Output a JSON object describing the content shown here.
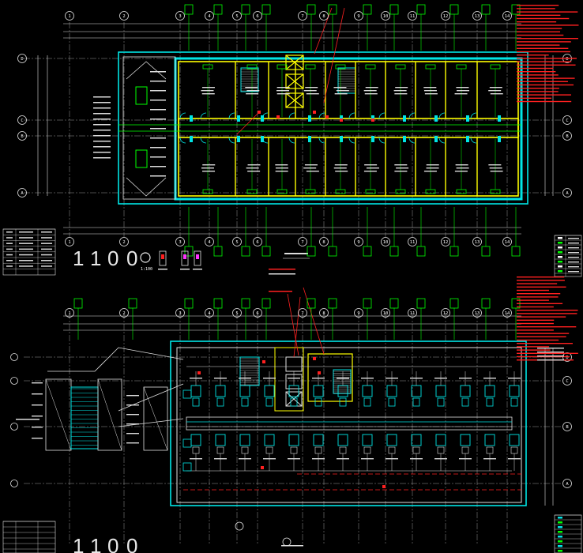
{
  "colors": {
    "background": "#000000",
    "grid": "#e0e0e0",
    "wall": "#00e5e5",
    "green": "#00ff00",
    "yellow": "#ffff00",
    "red": "#ff2020",
    "white": "#ffffff",
    "magenta": "#ff33ff"
  },
  "top_plan": {
    "col_labels": [
      "1",
      "2",
      "3",
      "4",
      "5",
      "6",
      "7",
      "8",
      "9",
      "10",
      "11",
      "12",
      "13",
      "14"
    ],
    "row_labels_right": [
      "D",
      "C",
      "B",
      "A"
    ],
    "row_labels_left": [
      "D",
      "C",
      "B",
      "A"
    ],
    "big_title_chars": [
      "1",
      "1",
      "0",
      "0"
    ],
    "caption": "1:100"
  },
  "bottom_plan": {
    "col_labels": [
      "1",
      "2",
      "3",
      "4",
      "5",
      "6",
      "7",
      "8",
      "9",
      "10",
      "11",
      "12",
      "13",
      "14"
    ],
    "row_labels_right": [
      "D",
      "C",
      "B",
      "A"
    ],
    "big_title_chars": [
      "1",
      "1",
      "0",
      "0"
    ]
  }
}
